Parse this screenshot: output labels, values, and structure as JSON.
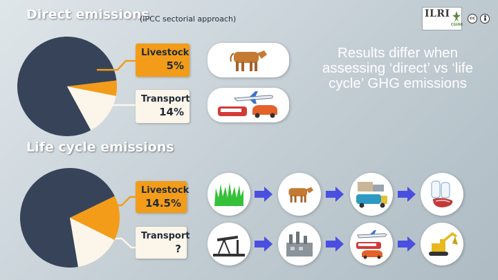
{
  "direct": {
    "title": "Direct emissions",
    "subtitle": "(IPCC sectorial approach)",
    "livestock": {
      "label": "Livestock",
      "value": "5%",
      "share": 5
    },
    "transport": {
      "label": "Transport",
      "value": "14%",
      "share": 14
    }
  },
  "lifecycle": {
    "title": "Life cycle emissions",
    "livestock": {
      "label": "Livestock",
      "value": "14.5%",
      "share": 14.5
    },
    "transport": {
      "label": "Transport",
      "value": "?"
    }
  },
  "tagline": "Results differ when assessing ‘direct’ vs ‘life cycle’ GHG emissions",
  "logo": {
    "ilri": "ILRI",
    "cgiar": "CGIAR",
    "cc": "cc"
  },
  "colors": {
    "pie_rest": "#374358",
    "livestock": "#f39c19",
    "transport": "#fcf5ea",
    "arrow": "#4a4fe0"
  },
  "icons": {
    "direct_livestock": [
      "cow-icon"
    ],
    "direct_transport": [
      "airplane-icon",
      "train-icon",
      "car-icon"
    ],
    "livestock_chain": [
      "grass-icon",
      "cow-icon",
      "factory-truck-icon",
      "milk-meat-icon"
    ],
    "transport_chain": [
      "oil-pump-icon",
      "refinery-icon",
      "vehicles-icon",
      "excavator-icon"
    ]
  }
}
